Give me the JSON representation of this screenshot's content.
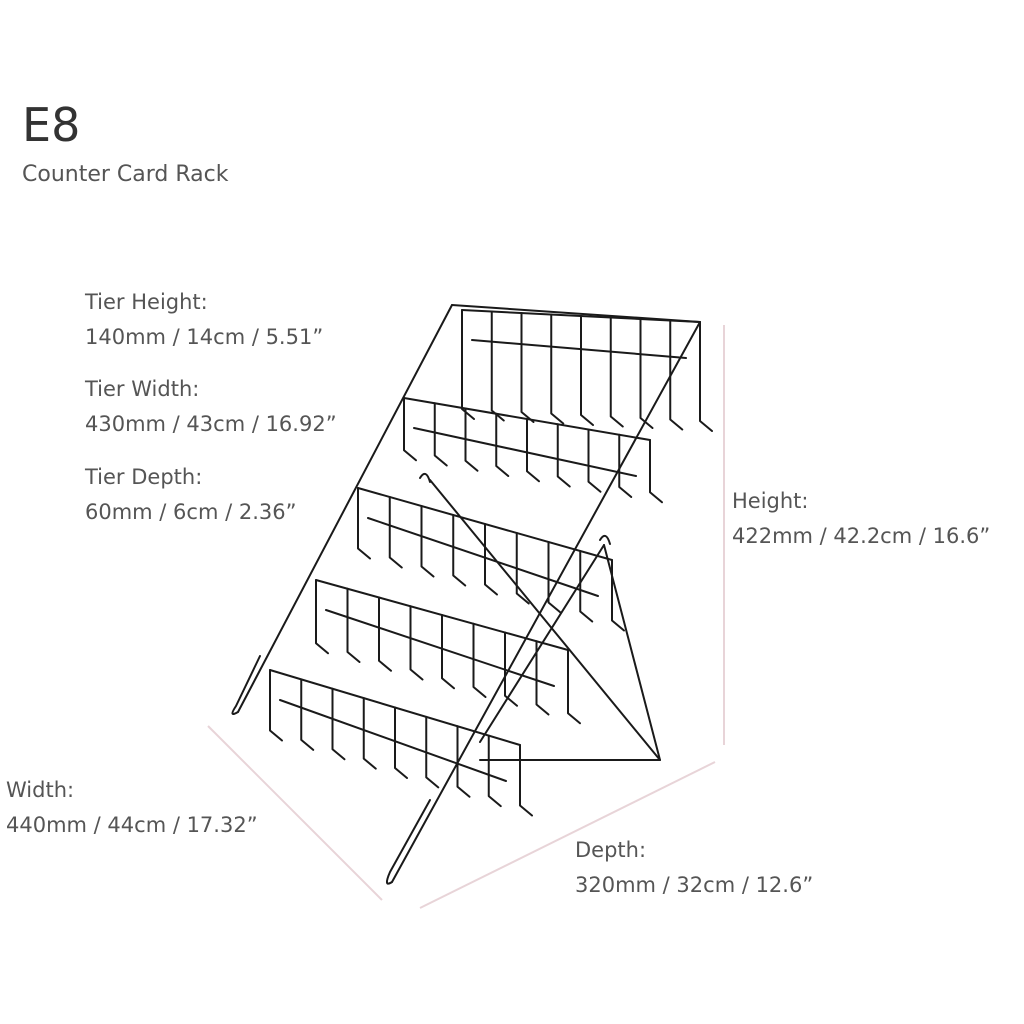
{
  "header": {
    "model": "E8",
    "product_name": "Counter Card Rack"
  },
  "specs": {
    "tier_height": {
      "label": "Tier Height:",
      "value": "140mm / 14cm / 5.51”"
    },
    "tier_width": {
      "label": "Tier Width:",
      "value": "430mm / 43cm / 16.92”"
    },
    "tier_depth": {
      "label": "Tier Depth:",
      "value": "60mm / 6cm / 2.36”"
    },
    "height": {
      "label": "Height:",
      "value": "422mm / 42.2cm / 16.6”"
    },
    "width": {
      "label": "Width:",
      "value": "440mm / 44cm / 17.32”"
    },
    "depth": {
      "label": "Depth:",
      "value": "320mm / 32cm / 12.6”"
    }
  },
  "colors": {
    "wire": "#1a1a1a",
    "dimension_line": "#e8d4d8",
    "text": "#555555"
  }
}
